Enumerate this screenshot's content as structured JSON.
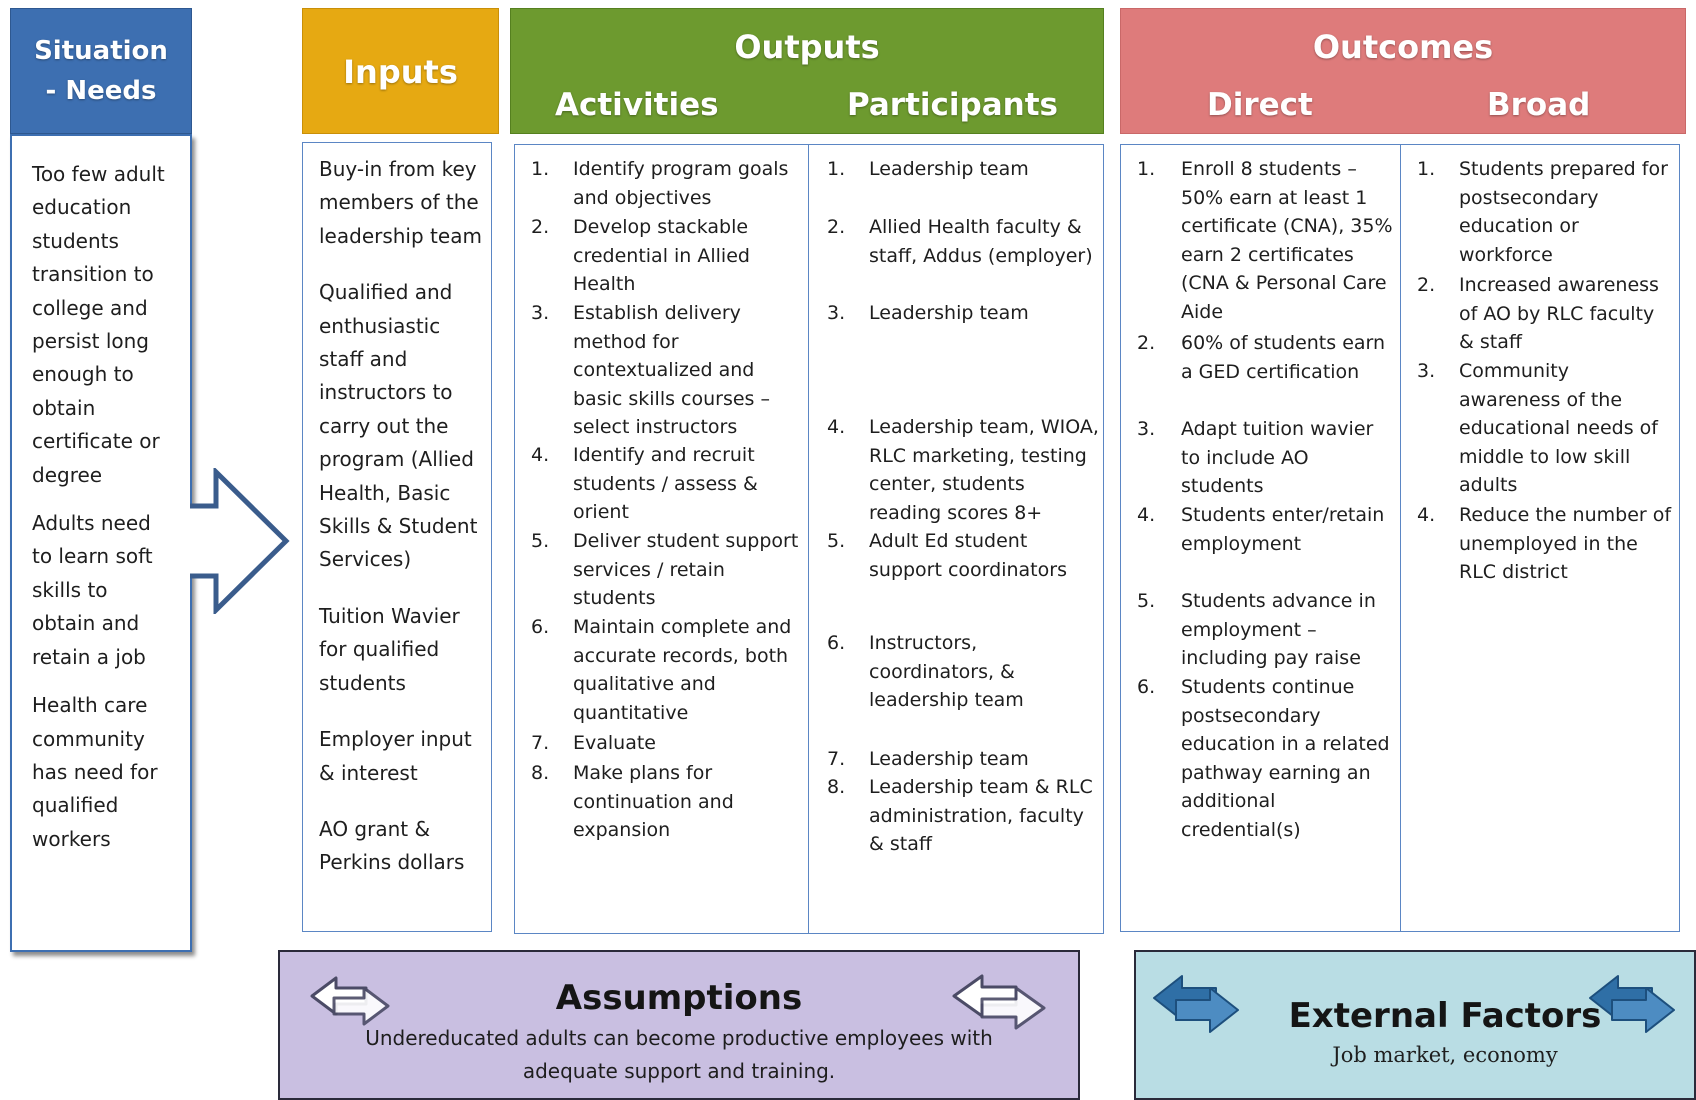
{
  "headers": {
    "situation": [
      "Situation",
      "- Needs"
    ],
    "inputs": "Inputs",
    "outputs": "Outputs",
    "activities": "Activities",
    "participants": "Participants",
    "outcomes": "Outcomes",
    "direct": "Direct",
    "broad": "Broad"
  },
  "situation_needs": [
    "Too few adult education students transition to college and persist long enough to obtain certificate or degree",
    "Adults need to learn soft skills to obtain and retain a job",
    "Health care community has need for qualified workers"
  ],
  "inputs": [
    "Buy-in from key members of the leadership team",
    "Qualified and enthusiastic staff and instructors to carry out the program (Allied Health, Basic Skills & Student Services)",
    "Tuition Wavier for qualified students",
    "Employer input & interest",
    "AO grant & Perkins dollars"
  ],
  "activities": [
    {
      "num": "1.",
      "text": "Identify program goals and objectives"
    },
    {
      "num": "2.",
      "text": "Develop stackable credential in Allied Health"
    },
    {
      "num": "3.",
      "text": "Establish delivery method for contextualized and basic skills courses – select instructors"
    },
    {
      "num": "4.",
      "text": "Identify and recruit students / assess & orient"
    },
    {
      "num": "5.",
      "text": "Deliver student support services / retain students"
    },
    {
      "num": "6.",
      "text": "Maintain complete and accurate records, both qualitative and quantitative"
    },
    {
      "num": "7.",
      "text": "Evaluate"
    },
    {
      "num": "8.",
      "text": "Make plans for continuation and expansion"
    }
  ],
  "participants": [
    {
      "num": "1.",
      "text": "Leadership team"
    },
    {
      "num": "2.",
      "text": "Allied Health faculty & staff, Addus (employer)"
    },
    {
      "num": "3.",
      "text": "Leadership team"
    },
    {
      "num": "4.",
      "text": "Leadership team, WIOA, RLC marketing, testing center, students reading scores 8+"
    },
    {
      "num": "5.",
      "text": "Adult Ed student support coordinators"
    },
    {
      "num": "6.",
      "text": "Instructors, coordinators, & leadership team"
    },
    {
      "num": "7.",
      "text": "Leadership team"
    },
    {
      "num": "8.",
      "text": "Leadership team & RLC administration, faculty & staff"
    }
  ],
  "direct_outcomes": [
    {
      "num": "1.",
      "text": "Enroll 8 students – 50% earn at least 1 certificate (CNA), 35% earn 2 certificates (CNA & Personal Care Aide"
    },
    {
      "num": "2.",
      "text": "60% of students earn a GED certification"
    },
    {
      "num": "3.",
      "text": "Adapt tuition wavier to include AO students"
    },
    {
      "num": "4.",
      "text": "Students enter/retain employment"
    },
    {
      "num": "5.",
      "text": "Students advance in employment – including pay raise"
    },
    {
      "num": "6.",
      "text": "Students continue postsecondary education in a related pathway earning an additional credential(s)"
    }
  ],
  "broad_outcomes": [
    {
      "num": "1.",
      "text": "Students prepared for postsecondary education or workforce"
    },
    {
      "num": "2.",
      "text": "Increased awareness of AO by RLC faculty & staff"
    },
    {
      "num": "3.",
      "text": "Community awareness of the educational needs of middle to low skill adults"
    },
    {
      "num": "4.",
      "text": "Reduce the number of unemployed in the RLC district"
    }
  ],
  "assumptions": {
    "title": "Assumptions",
    "text": "Undereducated adults can become productive employees with adequate support and training."
  },
  "external_factors": {
    "title": "External Factors",
    "text": "Job market, economy"
  },
  "colors": {
    "situation": "#3d6fb1",
    "inputs": "#e6a912",
    "outputs": "#6d9a2f",
    "outcomes": "#de7b7b",
    "assumptions": "#c9bfe1",
    "external": "#b9dde4",
    "box_border": "#5b86c4"
  }
}
